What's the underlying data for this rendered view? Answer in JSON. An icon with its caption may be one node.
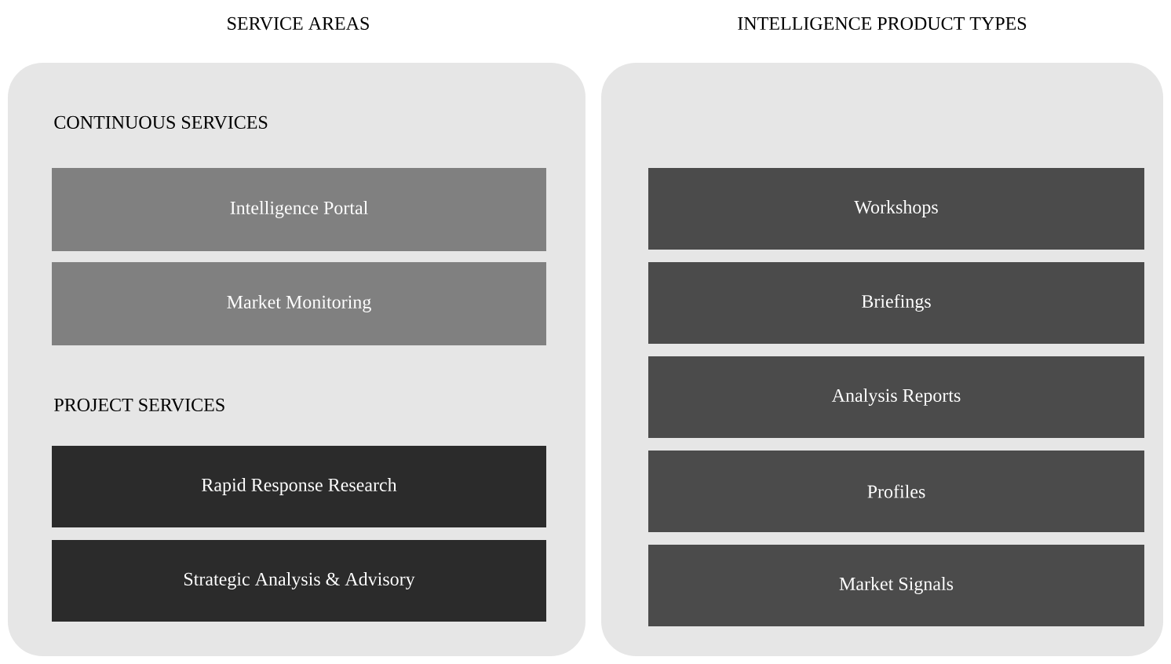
{
  "diagram": {
    "nodes": [
      {
        "text": [
          "SERVICE AREAS",
          "CONTINUOUS SERVICES",
          "PROJECT SERVICES"
        ]
      },
      {
        "text": [
          "Intelligence Portal"
        ],
        "in": 0
      },
      {
        "text": [
          "Market Monitoring"
        ],
        "in": 0
      },
      {
        "text": [
          "Rapid Response Research"
        ],
        "in": 0
      },
      {
        "text": [
          "Strategic Analysis & Advisory"
        ],
        "in": 0
      },
      {
        "text": [
          "INTELLIGENCE PRODUCT TYPES"
        ]
      },
      {
        "text": [
          "Workshops"
        ],
        "in": 5
      },
      {
        "text": [
          "Briefings"
        ],
        "in": 5
      },
      {
        "text": [
          "Analysis Reports"
        ],
        "in": 5
      },
      {
        "text": [
          "Profiles"
        ],
        "in": 5
      },
      {
        "text": [
          "Market Signals"
        ],
        "in": 5
      }
    ]
  }
}
